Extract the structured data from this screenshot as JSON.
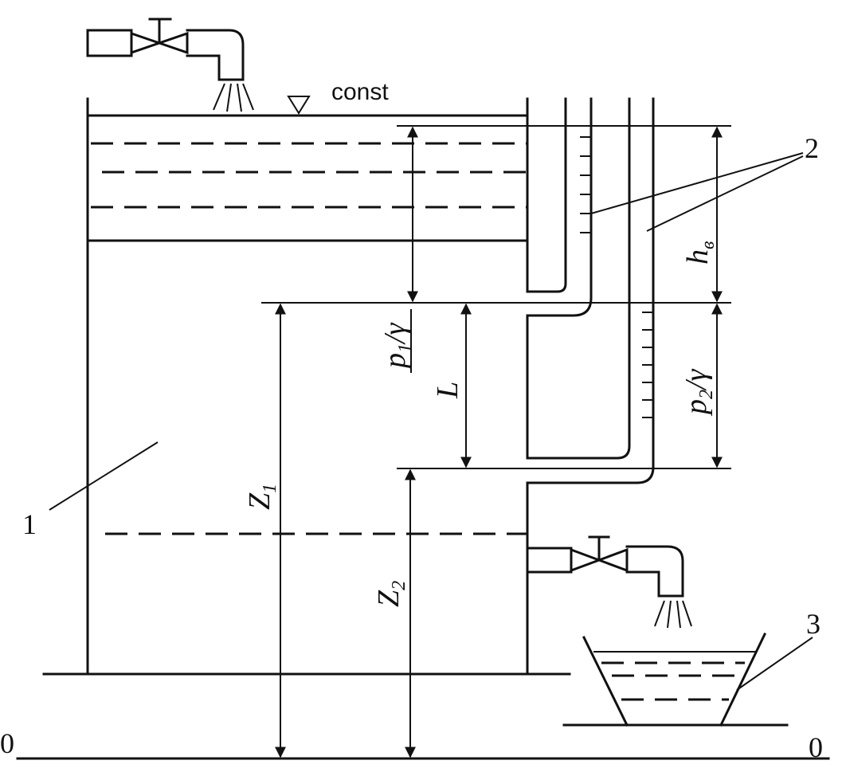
{
  "labels": {
    "const": "const",
    "tank": "1",
    "piezometers": "2",
    "vessel": "3",
    "datum_left": "0",
    "datum_right": "0",
    "z1": "Z",
    "z1_sub": "1",
    "z2": "Z",
    "z2_sub": "2",
    "p1": "p",
    "p1_sub": "1",
    "p1_tail": "/γ",
    "p2": "p",
    "p2_sub": "2",
    "p2_tail": "/γ",
    "length": "L",
    "hv": "h",
    "hv_sub": "в"
  }
}
